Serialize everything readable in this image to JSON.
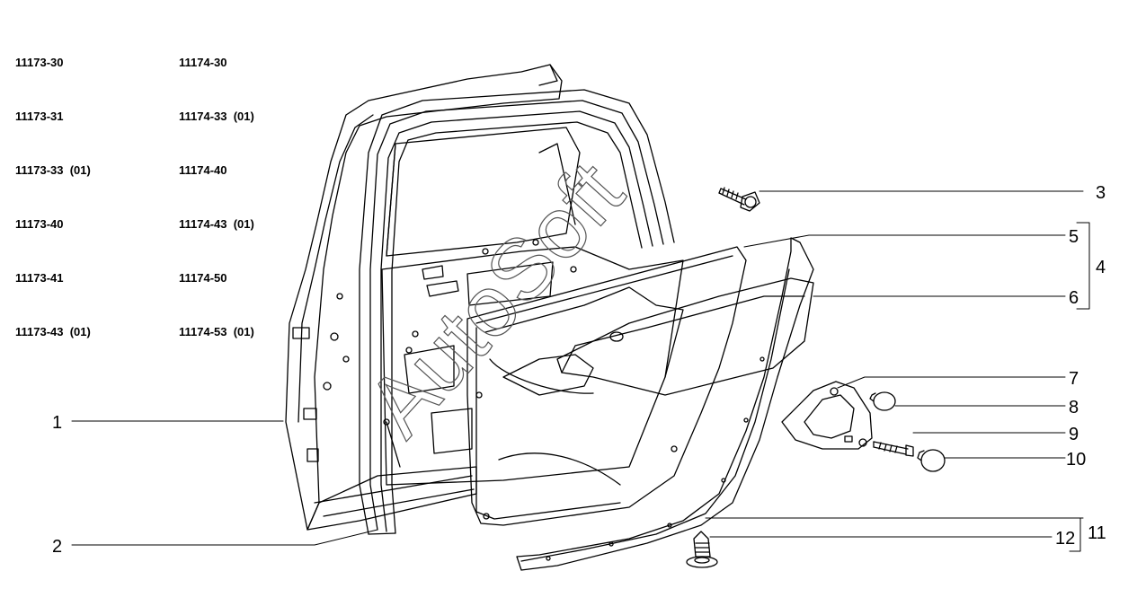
{
  "model_codes": {
    "left": [
      "11173-30",
      "11173-31",
      "11173-33  (01)",
      "11173-40",
      "11173-41",
      "11173-43  (01)"
    ],
    "right": [
      "11174-30",
      "11174-33  (01)",
      "11174-40",
      "11174-43  (01)",
      "11174-50",
      "11174-53  (01)"
    ]
  },
  "callouts": {
    "c1": "1",
    "c2": "2",
    "c3": "3",
    "c4": "4",
    "c5": "5",
    "c6": "6",
    "c7": "7",
    "c8": "8",
    "c9": "9",
    "c10": "10",
    "c11": "11",
    "c12": "12"
  },
  "watermark": "AutoSoft",
  "colors": {
    "line": "#000000",
    "watermark": "#555555",
    "background": "#ffffff"
  }
}
